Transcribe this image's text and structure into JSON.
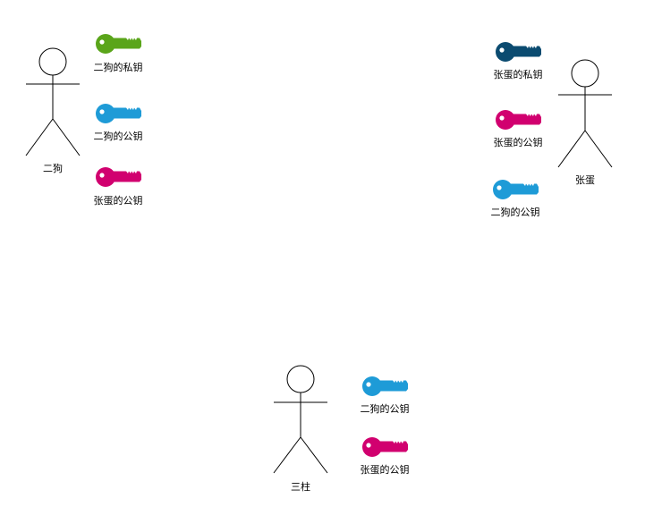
{
  "colors": {
    "green": "#5aa51a",
    "blue": "#1e9bd7",
    "magenta": "#d1006f",
    "navy": "#0b4b70",
    "background": "#ffffff",
    "stroke": "#000000"
  },
  "actors": [
    {
      "id": "ergou",
      "name": "二狗"
    },
    {
      "id": "zhangdan",
      "name": "张蛋"
    },
    {
      "id": "sanzhu",
      "name": "三柱"
    }
  ],
  "keys": [
    {
      "owner": "ergou",
      "label": "二狗的私钥",
      "color": "green",
      "icon": "key-icon"
    },
    {
      "owner": "ergou",
      "label": "二狗的公钥",
      "color": "blue",
      "icon": "key-icon"
    },
    {
      "owner": "ergou",
      "label": "张蛋的公钥",
      "color": "magenta",
      "icon": "key-icon"
    },
    {
      "owner": "zhangdan",
      "label": "张蛋的私钥",
      "color": "navy",
      "icon": "key-icon"
    },
    {
      "owner": "zhangdan",
      "label": "张蛋的公钥",
      "color": "magenta",
      "icon": "key-icon"
    },
    {
      "owner": "zhangdan",
      "label": "二狗的公钥",
      "color": "blue",
      "icon": "key-icon"
    },
    {
      "owner": "sanzhu",
      "label": "二狗的公钥",
      "color": "blue",
      "icon": "key-icon"
    },
    {
      "owner": "sanzhu",
      "label": "张蛋的公钥",
      "color": "magenta",
      "icon": "key-icon"
    }
  ]
}
